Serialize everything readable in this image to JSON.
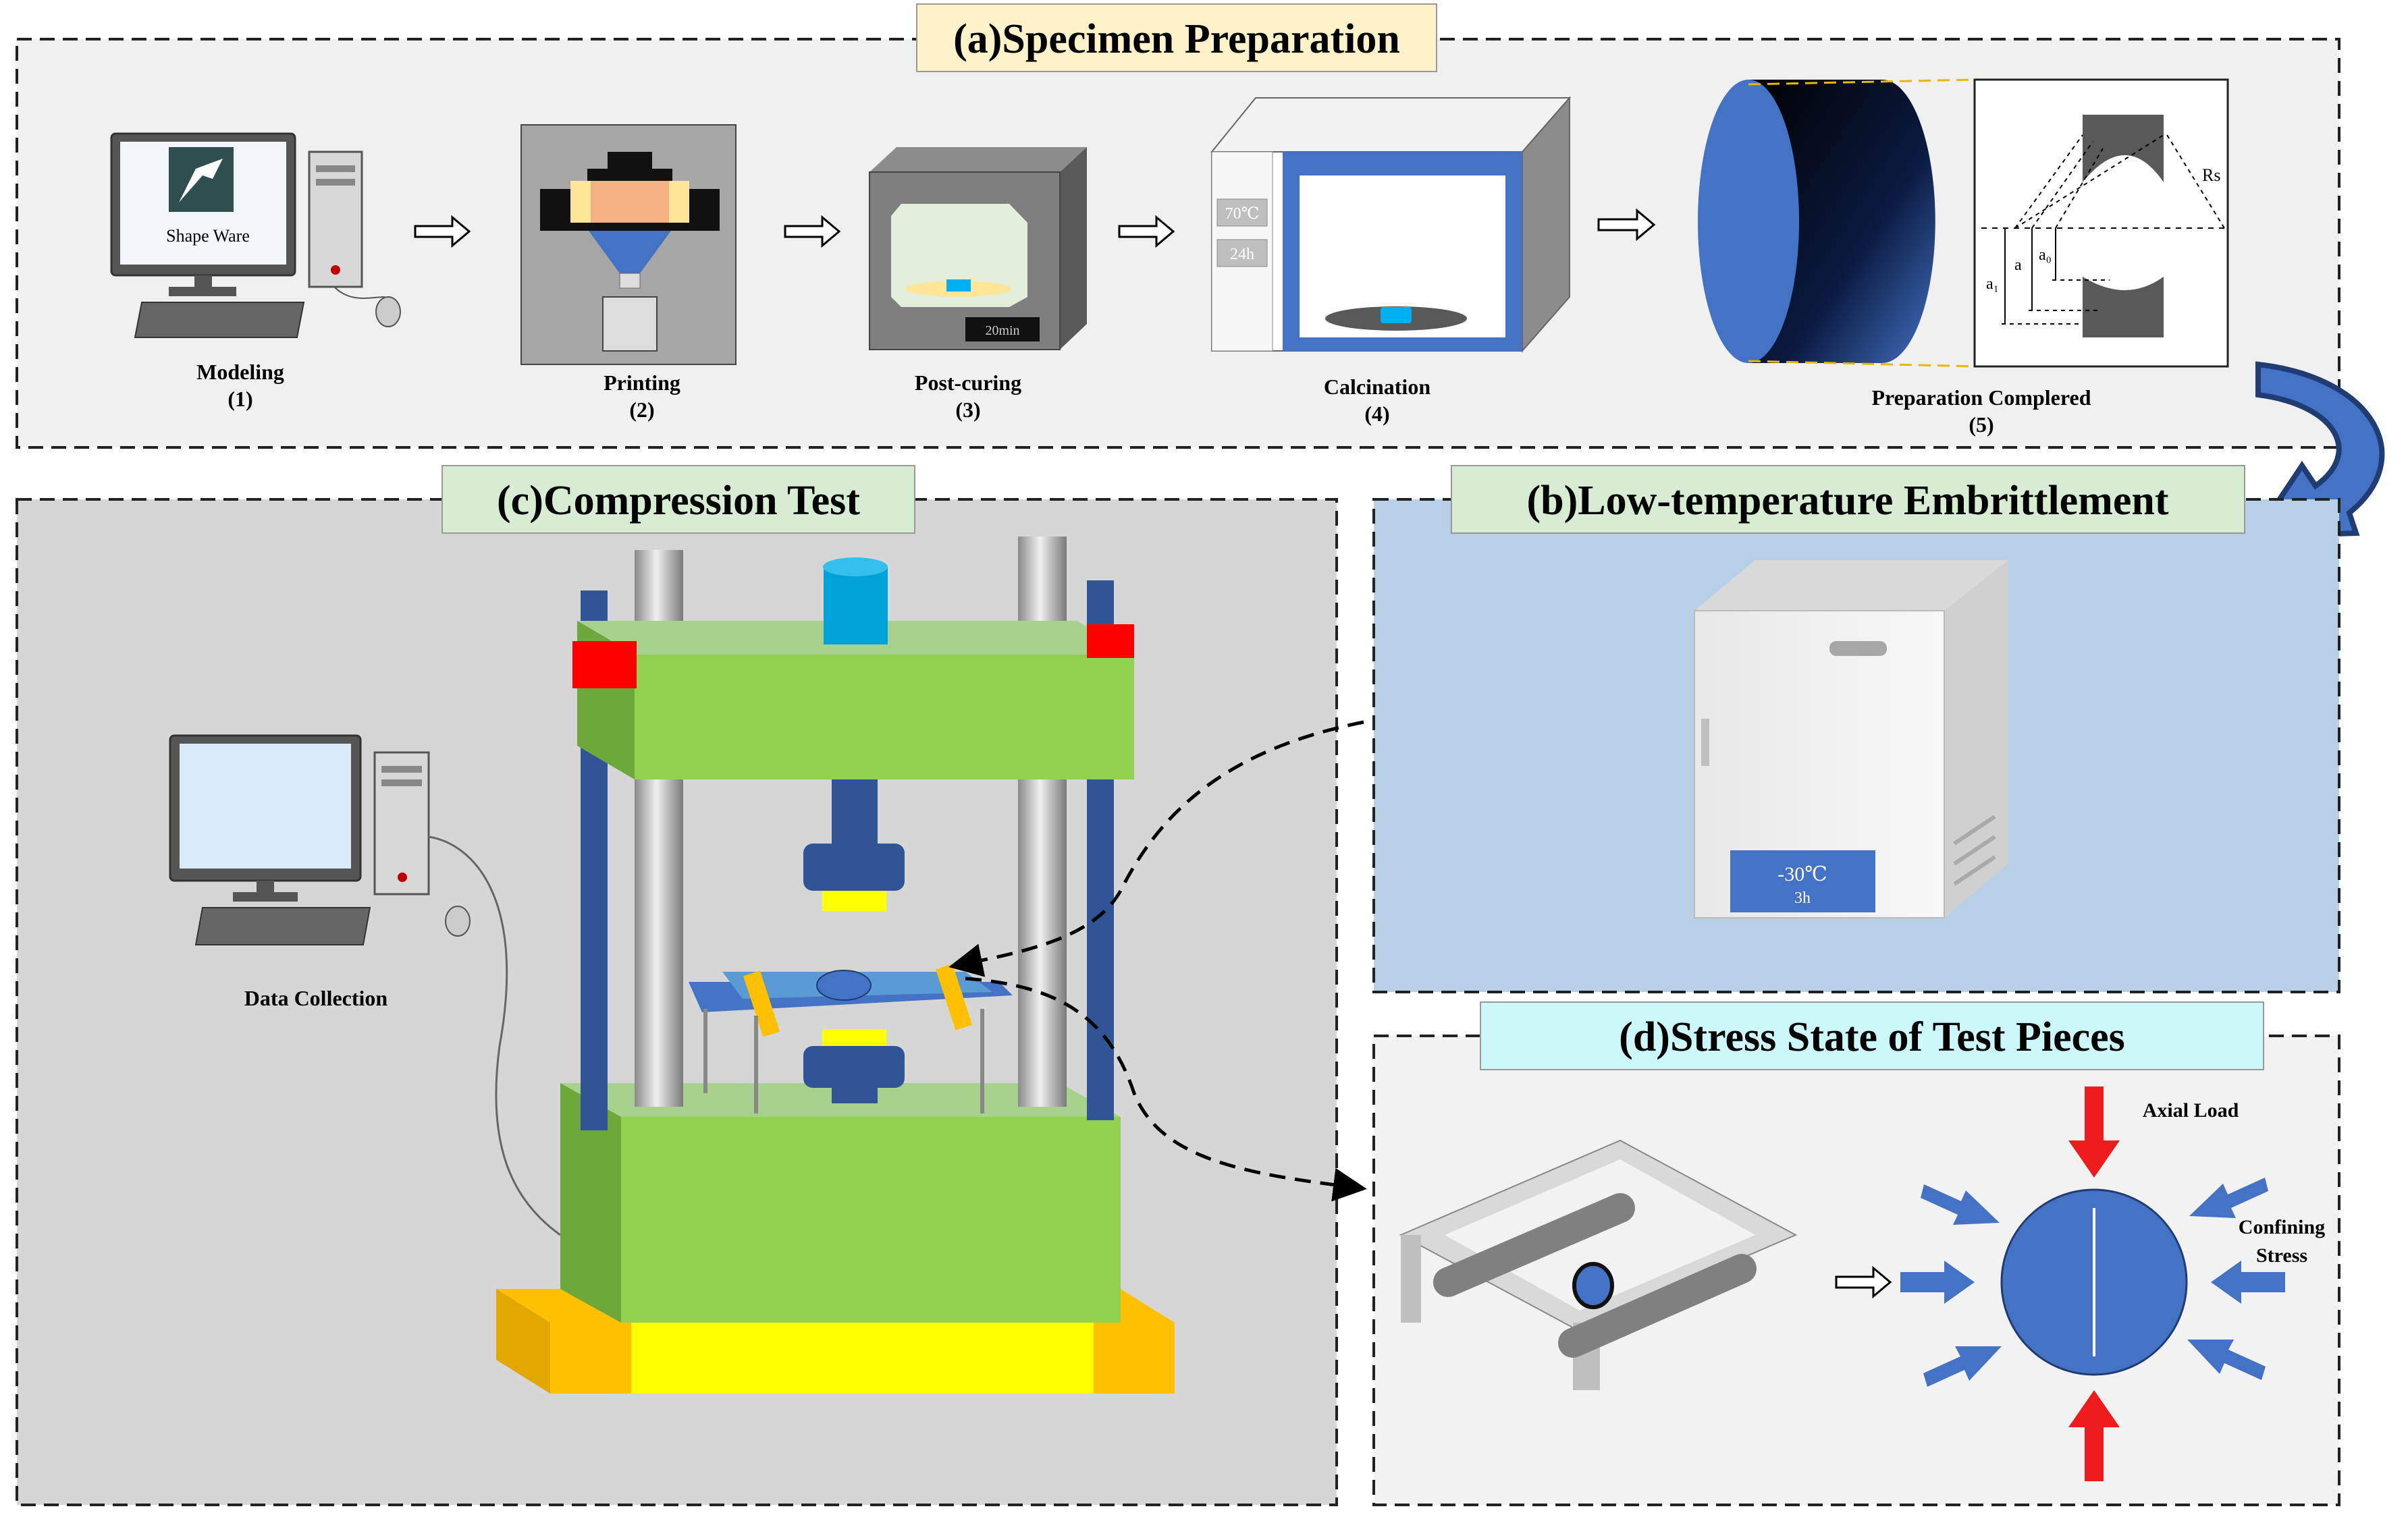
{
  "panels": {
    "a": {
      "title": "(a)Specimen Preparation",
      "steps": [
        {
          "label": "Modeling",
          "num": "(1)"
        },
        {
          "label": "Printing",
          "num": "(2)"
        },
        {
          "label": "Post-curing",
          "num": "(3)"
        },
        {
          "label": "Calcination",
          "num": "(4)"
        },
        {
          "label": "Preparation Complered",
          "num": "(5)"
        }
      ],
      "software_label": "Shape Ware",
      "timer_label": "20min",
      "oven_temp": "70℃",
      "oven_time": "24h",
      "geometry_labels": {
        "rs": "Rs",
        "a": "a",
        "a0": "a₀",
        "a1": "a₁"
      }
    },
    "b": {
      "title": "(b)Low-temperature Embrittlement",
      "freezer_temp": "-30℃",
      "freezer_time": "3h"
    },
    "c": {
      "title": "(c)Compression Test",
      "data_label": "Data Collection"
    },
    "d": {
      "title": "(d)Stress State of Test Pieces",
      "axial_label": "Axial Load",
      "confining_label_1": "Confining",
      "confining_label_2": "Stress"
    }
  },
  "colors": {
    "title_a_bg": "#fdf2c8",
    "title_bc_bg": "#d8ecd4",
    "title_d_bg": "#ccf8fa",
    "panel_a_bg": "#f0f0f0",
    "panel_b_bg": "#b8cfe8",
    "panel_c_bg": "#d6d6d6",
    "panel_d_bg": "#f2f2f2",
    "machine_green": "#92d050",
    "blue": "#4472c4",
    "load_red": "#ee1c1c"
  }
}
